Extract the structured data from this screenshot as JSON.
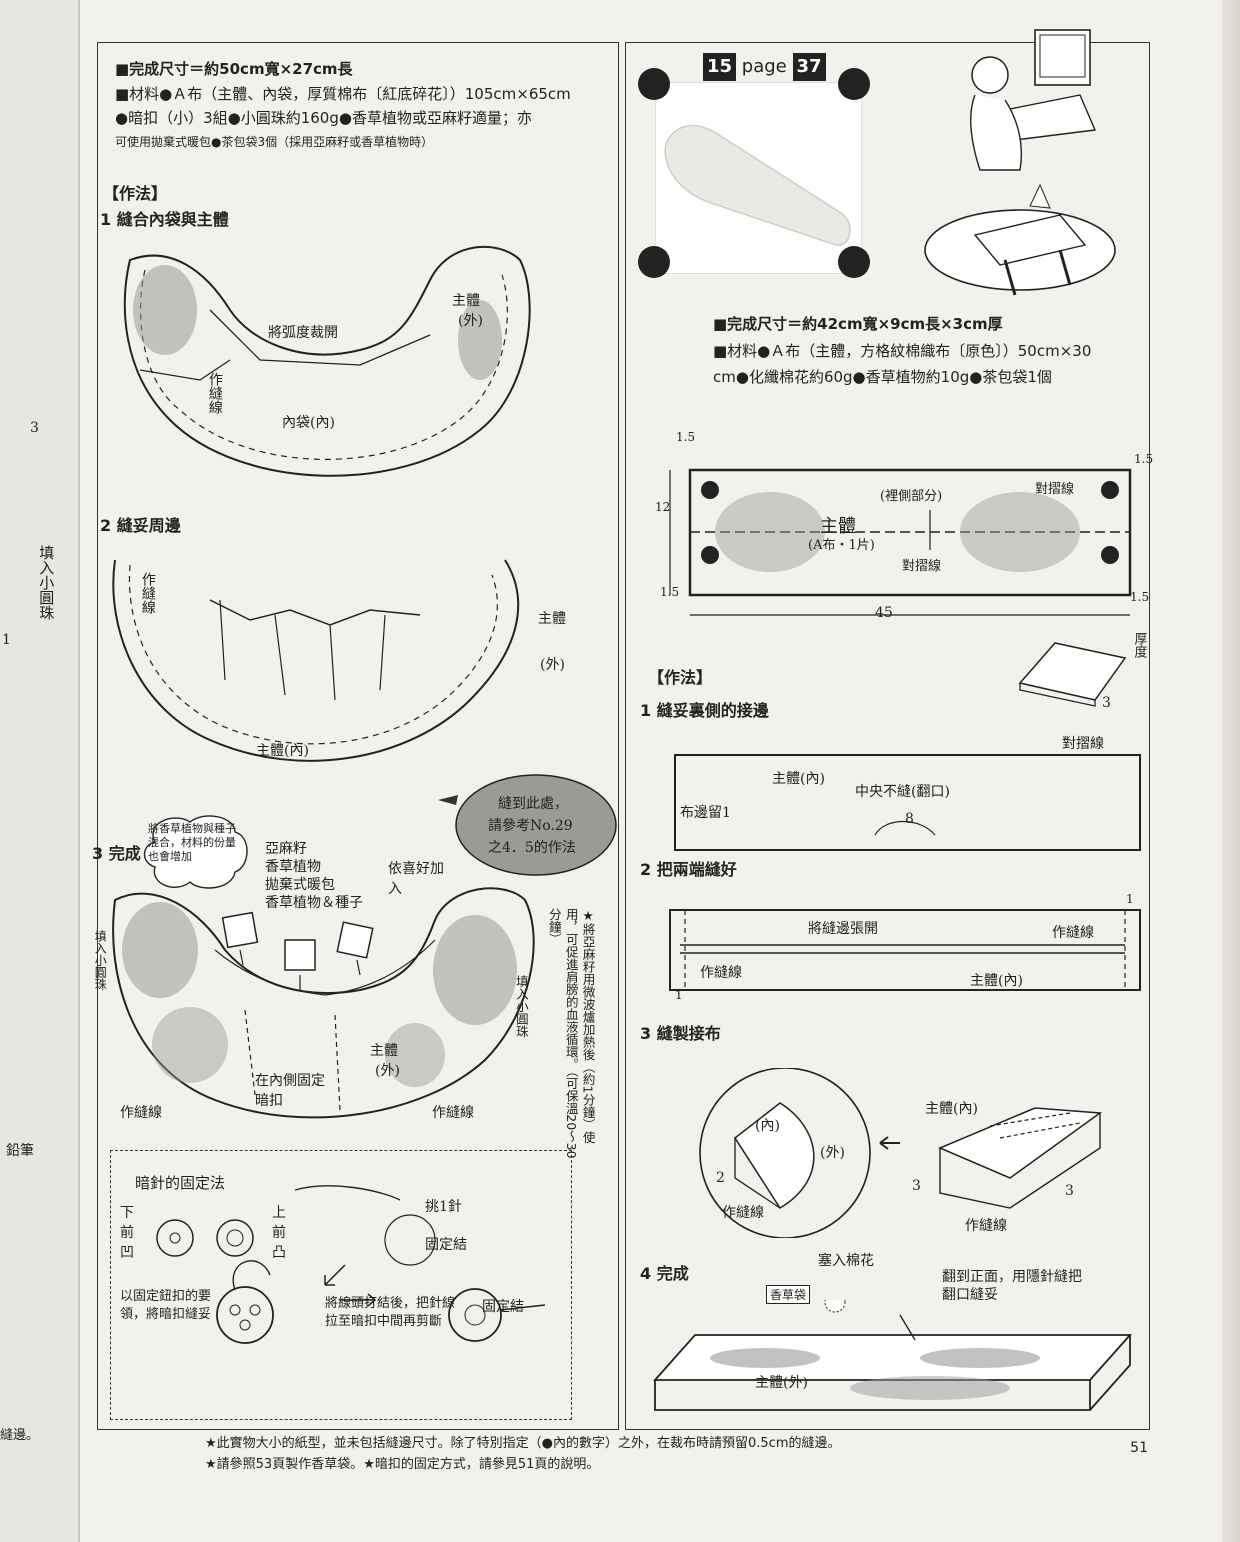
{
  "left": {
    "spec_lines": [
      "■完成尺寸＝約50cm寬×27cm長",
      "■材料●Ａ布（主體、內袋，厚質棉布〔紅底碎花〕）105cm×65cm",
      "●暗扣（小）3組●小圓珠約160g●香草植物或亞麻籽適量；亦",
      "可使用拋棄式暖包●茶包袋3個（採用亞麻籽或香草植物時）"
    ],
    "method_title": "【作法】",
    "steps": [
      "1  縫合內袋與主體",
      "2  縫妥周邊",
      "3  完成"
    ],
    "step1_labels": [
      "主體",
      "(外)",
      "將弧度裁開",
      "作縫線",
      "內袋(內)"
    ],
    "step2_labels": [
      "作縫線",
      "主體",
      "(外)",
      "主體(內)"
    ],
    "step3_labels": [
      "將香草植物與種子混合，材料的份量也會增加",
      "亞麻籽",
      "香草植物",
      "拋棄式暖包",
      "香草植物＆種子",
      "依喜好加入",
      "填入小圓珠",
      "填入小圓珠",
      "主體",
      "(外)",
      "在內側固定暗扣",
      "作縫線",
      "作縫線"
    ],
    "bubble_note": [
      "縫到此處，",
      "請參考No.29",
      "之4．5的作法"
    ],
    "vertical_note": "★將亞麻籽用微波爐加熱後（約1分鐘）使用，可促進肩膀的血液循環。（可保溫20～30分鐘）",
    "snap_box": {
      "title": "暗針的固定法",
      "labels": [
        "下",
        "前",
        "凹",
        "上",
        "前",
        "凸",
        "挑1針",
        "固定結",
        "以固定鈕扣的要領，將暗扣縫妥",
        "將線頭打結後，把針線拉至暗扣中間再剪斷",
        "固定結"
      ]
    }
  },
  "right": {
    "badge_num1": "15",
    "badge_page": "page",
    "badge_num2": "37",
    "spec_lines": [
      "■完成尺寸＝約42cm寬×9cm長×3cm厚",
      "■材料●Ａ布（主體，方格紋棉織布〔原色〕）50cm×30",
      "cm●化纖棉花約60g●香草植物約10g●茶包袋1個"
    ],
    "pattern_labels": [
      "1.5",
      "1.5",
      "1.5",
      "1.5",
      "12",
      "45",
      "主體",
      "(A布‧1片)",
      "(裡側部分)",
      "對摺線",
      "對摺線",
      "厚度",
      "3"
    ],
    "method_title": "【作法】",
    "steps": [
      "1  縫妥裏側的接邊",
      "2  把兩端縫好",
      "3  縫製接布",
      "4  完成"
    ],
    "step1_labels": [
      "對摺線",
      "主體(內)",
      "中央不縫(翻口)",
      "布邊留1",
      "8"
    ],
    "step2_labels": [
      "將縫邊張開",
      "作縫線",
      "作縫線",
      "主體(內)",
      "1",
      "1"
    ],
    "step3_labels": [
      "(內)",
      "(外)",
      "2",
      "作縫線",
      "主體(內)",
      "3",
      "3",
      "作縫線"
    ],
    "step4_labels": [
      "塞入棉花",
      "香草袋",
      "翻到正面，用隱針縫把翻口縫妥",
      "主體(外)"
    ]
  },
  "footer": [
    "★此實物大小的紙型，並未包括縫邊尺寸。除了特別指定（●內的數字）之外，在裁布時請預留0.5cm的縫邊。",
    "★請參照53頁製作香草袋。★暗扣的固定方式，請參見51頁的說明。"
  ],
  "gutter_texts": [
    "填入小圓珠",
    "鉛筆",
    "3",
    "1",
    "縫邊。"
  ],
  "page_number": "51",
  "colors": {
    "ink": "#222222",
    "paper": "#f3f1ec",
    "pattern": "#8a8a8a"
  }
}
